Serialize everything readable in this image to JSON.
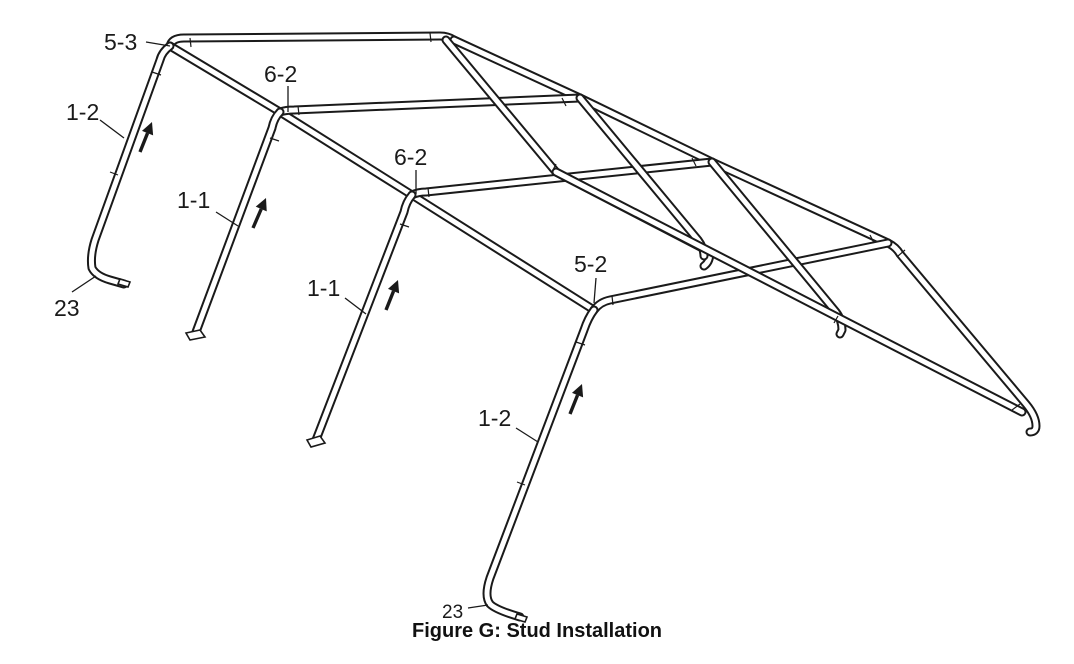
{
  "figure": {
    "caption": "Figure G:  Stud Installation",
    "labels": [
      {
        "id": "5-3-top",
        "text": "5-3"
      },
      {
        "id": "1-2-left",
        "text": "1-2"
      },
      {
        "id": "6-2-first",
        "text": "6-2"
      },
      {
        "id": "1-1-first",
        "text": "1-1"
      },
      {
        "id": "6-2-second",
        "text": "6-2"
      },
      {
        "id": "23-left",
        "text": "23"
      },
      {
        "id": "1-1-second",
        "text": "1-1"
      },
      {
        "id": "5-2-front",
        "text": "5-2"
      },
      {
        "id": "1-2-front",
        "text": "1-2"
      },
      {
        "id": "23-front",
        "text": "23"
      }
    ]
  }
}
